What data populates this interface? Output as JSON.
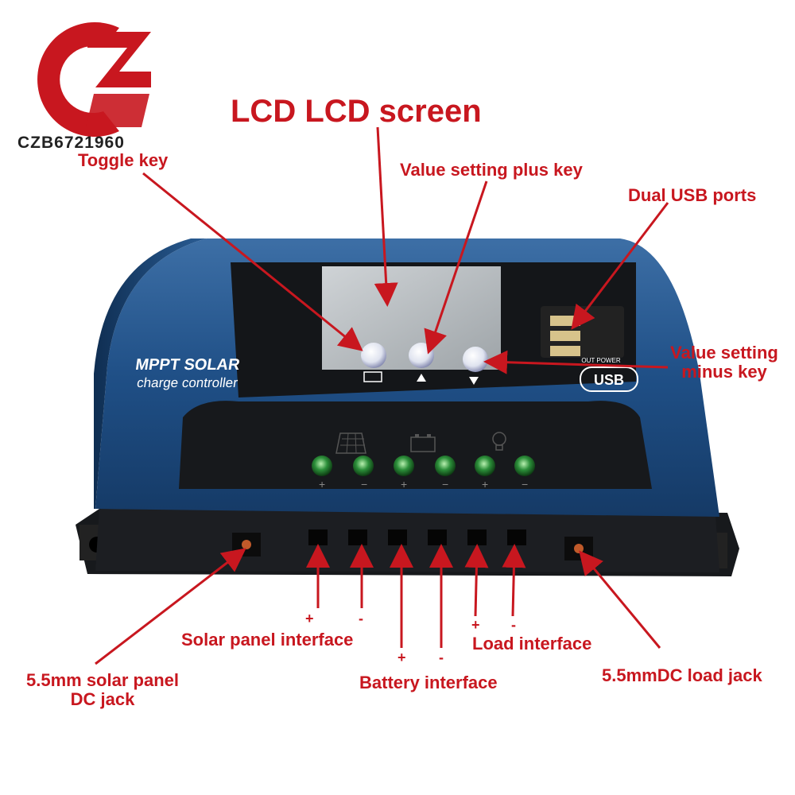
{
  "logo": {
    "watermark": "CZB6721960"
  },
  "device": {
    "brand_line1": "MPPT SOLAR",
    "brand_line2": "charge controller",
    "usb_badge": "USB",
    "usb_mini_label": "OUT POWER"
  },
  "annotations": {
    "lcd_screen": "LCD LCD screen",
    "toggle_key": "Toggle key",
    "plus_key": "Value setting plus key",
    "usb_ports": "Dual USB ports",
    "minus_key_line1": "Value setting",
    "minus_key_line2": "minus key",
    "solar_jack_line1": "5.5mm solar panel",
    "solar_jack_line2": "DC jack",
    "solar_interface": "Solar panel interface",
    "battery_interface": "Battery interface",
    "load_interface": "Load interface",
    "load_jack": "5.5mmDC load jack"
  },
  "polarity": {
    "solar_plus": "+",
    "solar_minus": "-",
    "battery_plus": "+",
    "battery_minus": "-",
    "load_plus": "+",
    "load_minus": "-"
  },
  "colors": {
    "annotation_red": "#c8171f",
    "housing_blue": "#1f4f86",
    "housing_black": "#111316",
    "terminal_green": "#2c8f3a"
  }
}
